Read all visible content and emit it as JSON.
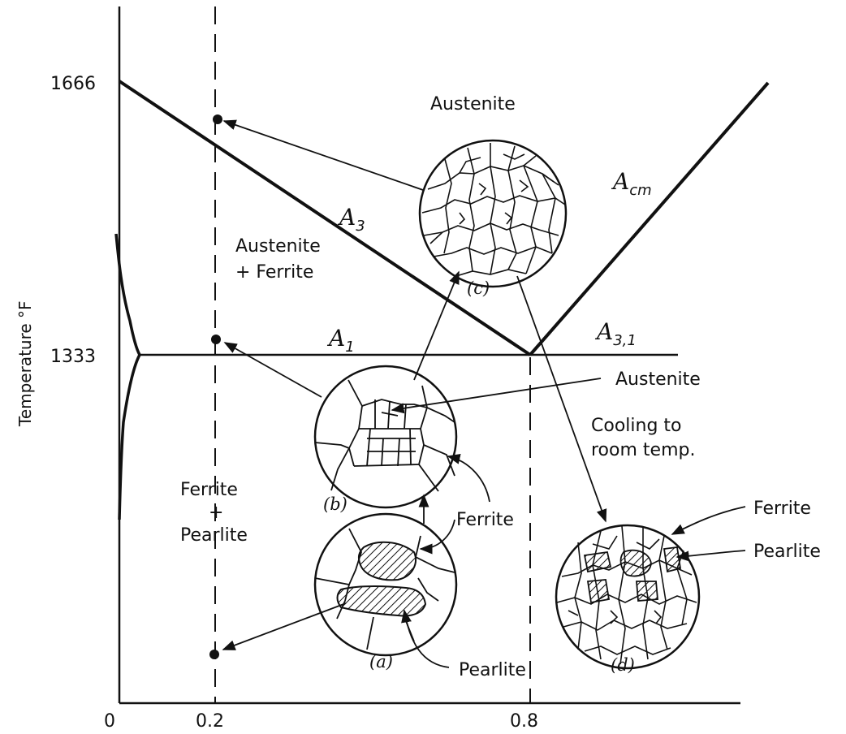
{
  "axes": {
    "ylabel": "Temperature °F",
    "yticks": [
      "1666",
      "1333"
    ],
    "xticks": [
      "0",
      "0.2",
      "0.8"
    ]
  },
  "lines": {
    "a3": "A",
    "a3_sub": "3",
    "a1": "A",
    "a1_sub": "1",
    "acm": "A",
    "acm_sub": "cm",
    "a31": "A",
    "a31_sub": "3,1"
  },
  "regions": {
    "austenite": "Austenite",
    "aus_ferrite_1": "Austenite",
    "aus_ferrite_2": "+ Ferrite",
    "fp_1": "Ferrite",
    "fp_2": "+",
    "fp_3": "Pearlite"
  },
  "micro_labels": {
    "a": "(a)",
    "b": "(b)",
    "c": "(c)",
    "d": "(d)"
  },
  "callouts": {
    "austenite": "Austenite",
    "ferrite_mid": "Ferrite",
    "pearlite_bottom": "Pearlite",
    "ferrite_right": "Ferrite",
    "pearlite_right": "Pearlite",
    "cooling_1": "Cooling to",
    "cooling_2": "room temp."
  }
}
